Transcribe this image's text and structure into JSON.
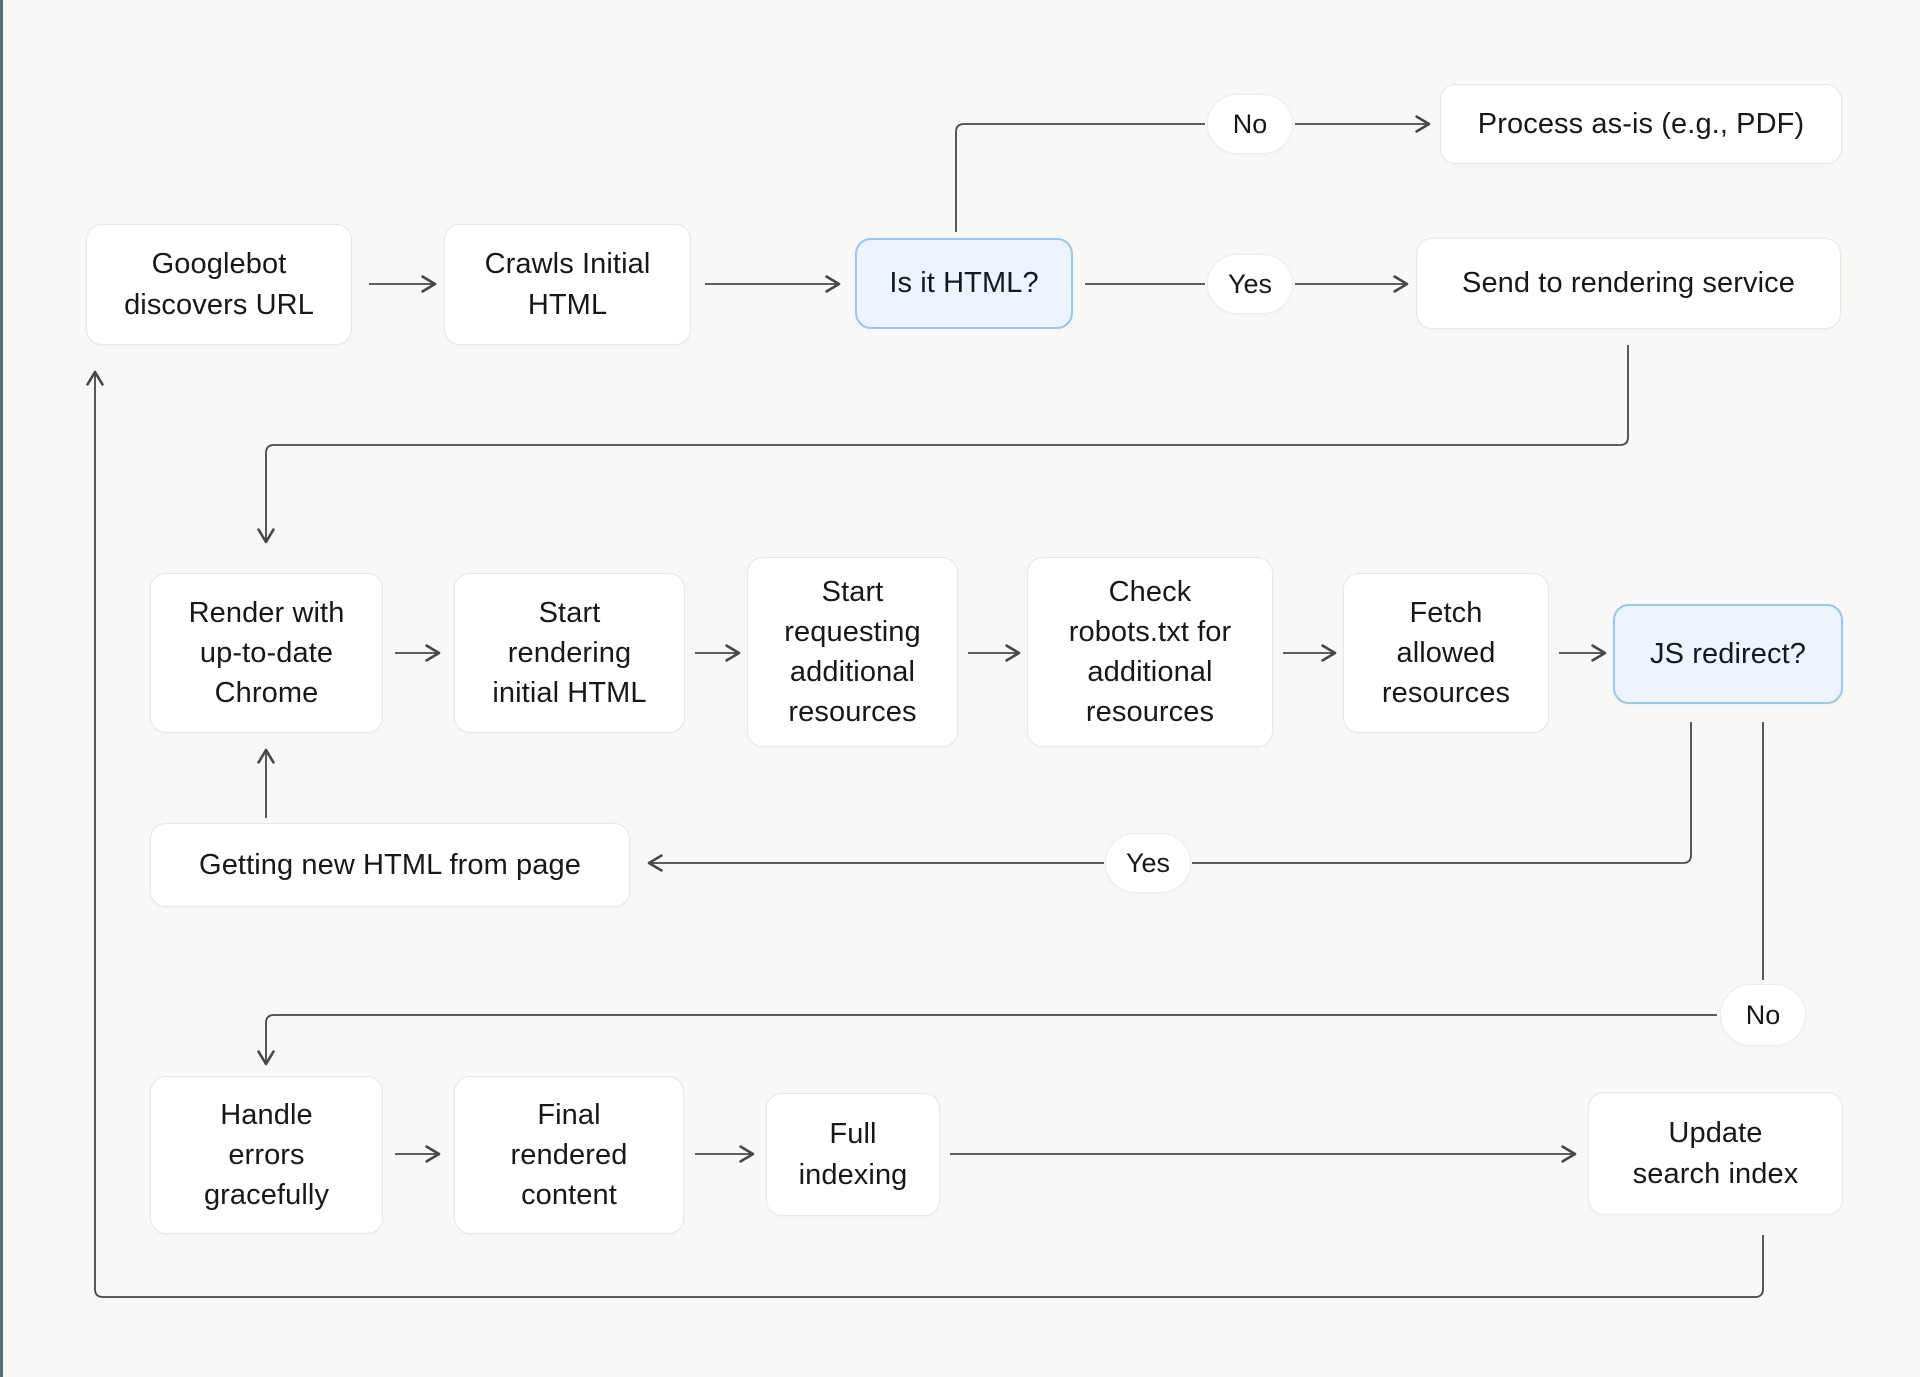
{
  "colors": {
    "background": "#f8f8f7",
    "node_fill": "#ffffff",
    "node_border": "#e8e7e4",
    "highlight_fill": "#ecf4fe",
    "highlight_border": "#97c6f4",
    "connector_line": "#474747",
    "text": "#16181b",
    "left_edge_border": "#5d6b78"
  },
  "nodes": {
    "googlebot": {
      "label": "Googlebot\ndiscovers URL"
    },
    "crawls_initial_html": {
      "label": "Crawls Initial\nHTML"
    },
    "is_it_html": {
      "label": "Is it HTML?"
    },
    "process_as_is": {
      "label": "Process as-is (e.g., PDF)"
    },
    "send_to_rendering": {
      "label": "Send to rendering service"
    },
    "render_chrome": {
      "label": "Render with\nup-to-date\nChrome"
    },
    "start_rendering": {
      "label": "Start\nrendering\ninitial HTML"
    },
    "start_requesting": {
      "label": "Start\nrequesting\nadditional\nresources"
    },
    "check_robots": {
      "label": "Check\nrobots.txt for\nadditional\nresources"
    },
    "fetch_allowed": {
      "label": "Fetch\nallowed\nresources"
    },
    "js_redirect": {
      "label": "JS redirect?"
    },
    "getting_new_html": {
      "label": "Getting new HTML from page"
    },
    "handle_errors": {
      "label": "Handle\nerrors\ngracefully"
    },
    "final_rendered": {
      "label": "Final\nrendered\ncontent"
    },
    "full_indexing": {
      "label": "Full\nindexing"
    },
    "update_search_index": {
      "label": "Update\nsearch index"
    }
  },
  "edge_labels": {
    "no_top": "No",
    "yes_top": "Yes",
    "yes_mid": "Yes",
    "no_right": "No"
  }
}
